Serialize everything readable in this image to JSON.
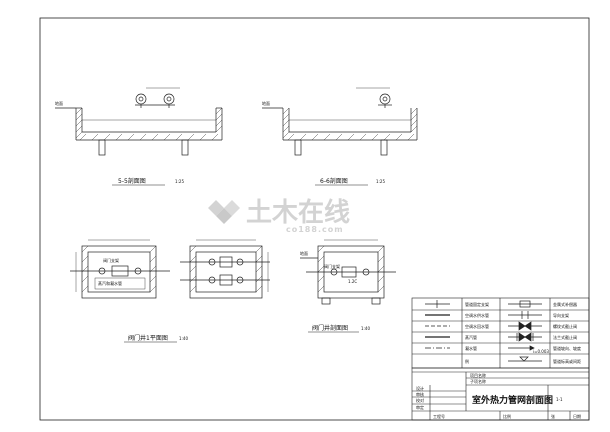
{
  "drawing": {
    "section_left_title": "5-5剖面图",
    "section_left_scale": "1:25",
    "section_right_title": "6-6剖面图",
    "section_right_scale": "1:25",
    "plan1_title": "阀门井1平面图",
    "plan1_scale": "1:40",
    "plan2_title": "阀门井剖面图",
    "plan2_scale": "1:40",
    "watermark_main": "土木在线",
    "watermark_sub": "co188.com"
  },
  "legend": {
    "rows": [
      {
        "label": "管道固定支架",
        "label2": "金属式补偿器"
      },
      {
        "label": "空调水供水管",
        "label2": "导向支架"
      },
      {
        "label": "空调水回水管",
        "label2": "螺纹式截止阀"
      },
      {
        "label": "蒸汽管",
        "label2": "法兰式截止阀"
      },
      {
        "label": "凝水管",
        "label2": "管道坡向、坡度"
      },
      {
        "label": "例",
        "label2": "管道标高或间距"
      }
    ],
    "slope_text": "i=0.003"
  },
  "title_block": {
    "project_label": "项目名称",
    "sub_label": "子项名称",
    "drawing_title": "室外热力管网剖面图",
    "row_labels": [
      "设计",
      "审核",
      "校对",
      "审定"
    ],
    "footer_left": "工程号",
    "footer_mid": "比例",
    "footer_right": "张",
    "footer_right2": "日期",
    "sheet_no": "1-1"
  }
}
